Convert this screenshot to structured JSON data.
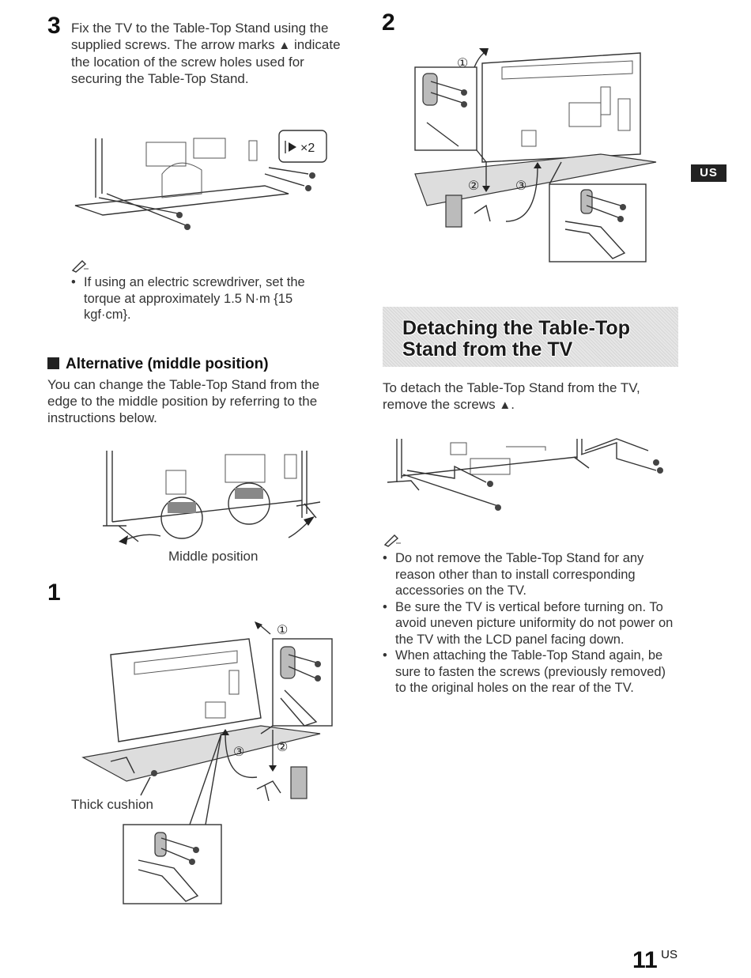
{
  "left": {
    "step3": {
      "number": "3",
      "text": "Fix the TV to the Table-Top Stand using the supplied screws. The arrow marks",
      "text2": "indicate the location of the screw holes used for securing the Table-Top Stand."
    },
    "screw_count_label": "×2",
    "note_bullet": "If using an electric screwdriver, set the torque at approximately 1.5 N·m {15 kgf·cm}.",
    "alternative": {
      "heading": "Alternative (middle position)",
      "text": "You can change the Table-Top Stand from the edge to the middle position by referring to the instructions below.",
      "middle_label": "Middle position"
    },
    "step1": {
      "number": "1",
      "cushion_label": "Thick cushion"
    }
  },
  "right": {
    "step2": {
      "number": "2"
    },
    "banner": {
      "line1": "Detaching the Table-Top",
      "line2": "Stand from the TV"
    },
    "detach_text": "To detach the Table-Top Stand from the TV, remove the screws",
    "notes": [
      "Do not remove the Table-Top Stand for any reason other than to install corresponding accessories on the TV.",
      "Be sure the TV is vertical before turning on. To avoid uneven picture uniformity do not power on the TV with the LCD panel facing down.",
      "When attaching the Table-Top Stand again, be sure to fasten the screws (previously removed) to the original holes on the rear of the TV."
    ]
  },
  "circled": {
    "one": "①",
    "two": "②",
    "three": "③"
  },
  "badge": "US",
  "page": {
    "number": "11",
    "suffix": "US"
  }
}
